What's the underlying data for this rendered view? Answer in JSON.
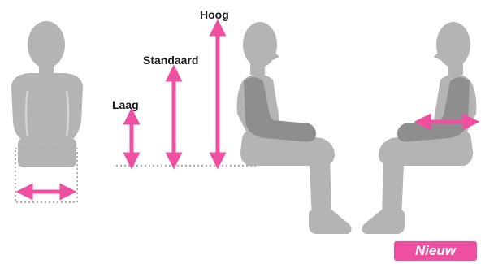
{
  "labels": {
    "laag": "Laag",
    "standaard": "Standaard",
    "hoog": "Hoog"
  },
  "badge": "Nieuw",
  "colors": {
    "accent": "#ee4fa0",
    "figure_light": "#b4b4b4",
    "figure_dark": "#8e8e8e",
    "dotted_line": "#b0b0b0"
  },
  "icons": [
    "seated-person-back-view",
    "seated-person-side-view",
    "seated-person-side-view-adjustable-arms"
  ]
}
